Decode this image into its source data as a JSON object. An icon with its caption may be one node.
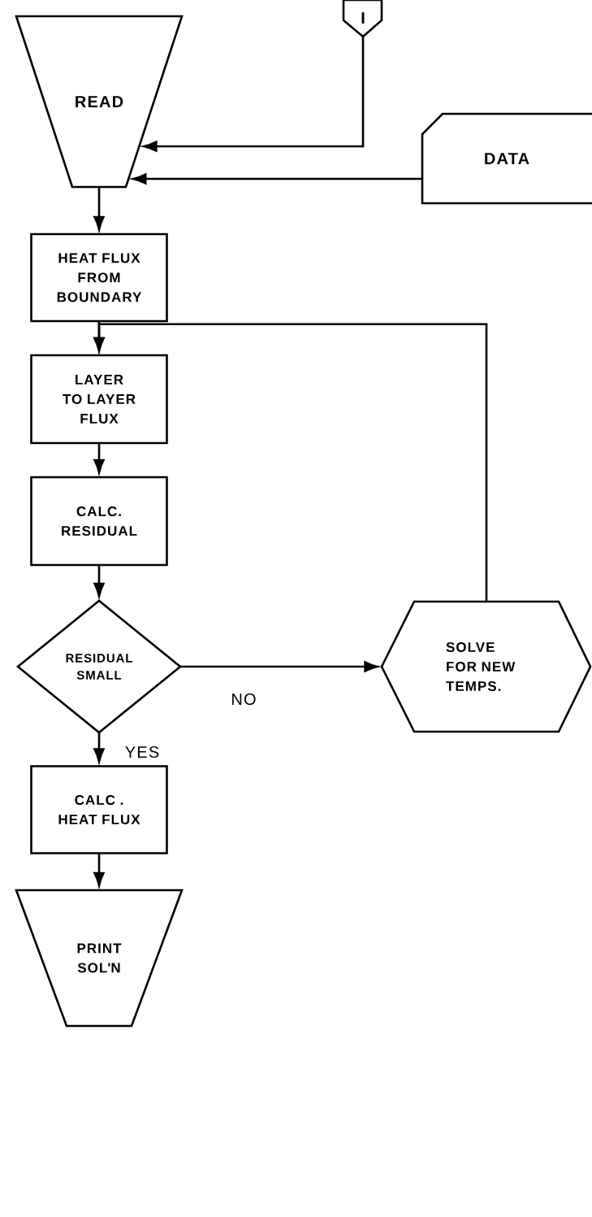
{
  "diagram": {
    "nodes": [
      {
        "text": [
          "I"
        ]
      },
      {
        "text": [
          "READ"
        ]
      },
      {
        "text": [
          "DATA"
        ]
      },
      {
        "text": [
          "HEAT FLUX FROM BOUNDARY"
        ]
      },
      {
        "text": [
          "LAYER TO LAYER FLUX"
        ]
      },
      {
        "text": [
          "CALC. RESIDUAL"
        ]
      },
      {
        "text": [
          "RESIDUAL SMALL"
        ]
      },
      {
        "text": [
          "SOLVE FOR NEW TEMPS."
        ]
      },
      {
        "text": [
          "CALC . HEAT FLUX"
        ]
      },
      {
        "text": [
          "PRINT SOL'N"
        ]
      }
    ],
    "edges": [
      {
        "from": 0,
        "to": 1,
        "arrow": "to"
      },
      {
        "from": 2,
        "to": 1,
        "arrow": "to"
      },
      {
        "from": 1,
        "to": 3,
        "arrow": "to"
      },
      {
        "from": 3,
        "to": 4,
        "arrow": "to"
      },
      {
        "from": 7,
        "to": 4,
        "arrow": "to"
      },
      {
        "from": 4,
        "to": 5,
        "arrow": "to"
      },
      {
        "from": 5,
        "to": 6,
        "arrow": "to"
      },
      {
        "from": 6,
        "to": 7,
        "arrow": "to",
        "label": "NO"
      },
      {
        "from": 6,
        "to": 8,
        "arrow": "to",
        "label": "YES"
      },
      {
        "from": 8,
        "to": 9,
        "arrow": "to"
      }
    ]
  }
}
